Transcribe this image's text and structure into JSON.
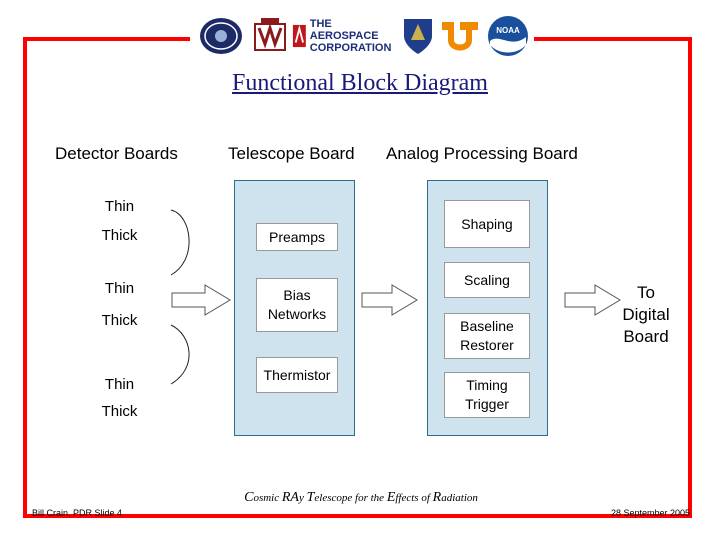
{
  "title": "Functional Block Diagram",
  "logos": {
    "aerospace_line1": "THE AEROSPACE",
    "aerospace_line2": "CORPORATION",
    "noaa": "NOAA"
  },
  "columns": {
    "detector": "Detector Boards",
    "telescope": "Telescope Board",
    "analog": "Analog Processing Board"
  },
  "detectors": [
    "Thin",
    "Thick",
    "Thin",
    "Thick",
    "Thin",
    "Thick"
  ],
  "telescope_blocks": [
    "Preamps",
    "Bias\nNetworks",
    "Thermistor"
  ],
  "analog_blocks": [
    "Shaping",
    "Scaling",
    "Baseline\nRestorer",
    "Timing\nTrigger"
  ],
  "output": "To\nDigital\nBoard",
  "tagline": {
    "c": "C",
    "osmic": "osmic ",
    "ra": "RA",
    "y": "y ",
    "t": "T",
    "elescope": "elescope for the ",
    "e": "E",
    "ffects": "ffects of ",
    "r": "R",
    "adiation": "adiation"
  },
  "footer": {
    "left": "Bill Crain, PDR Slide 4",
    "right": "28 September 2005"
  },
  "colors": {
    "frame": "#ff0000",
    "panel": "#cfe3ef",
    "panel_border": "#2c6f8a",
    "title": "#1a1a7a"
  }
}
